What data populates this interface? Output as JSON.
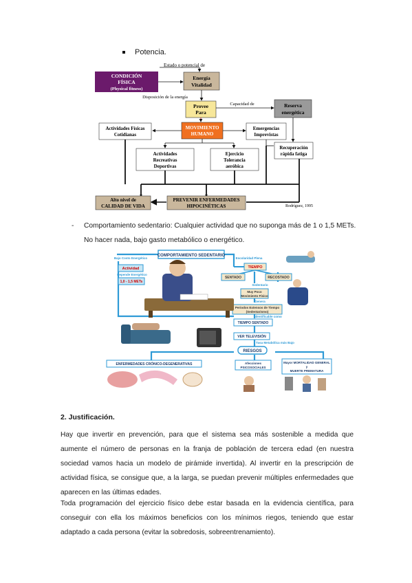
{
  "bullet": {
    "label": "Potencia."
  },
  "diagram1": {
    "top_label": "Estado o potencial de",
    "condicion": [
      "CONDICIÓN",
      "FÍSICA",
      "(Physical fitness)"
    ],
    "energia": [
      "Energía",
      "Vitalidad"
    ],
    "disposicion": "Disposición de la energía",
    "provee": [
      "Provee",
      "Para"
    ],
    "capacidad": "Capacidad de",
    "reserva": [
      "Reserva",
      "energética"
    ],
    "movimiento": [
      "MOVIMIENTO",
      "HUMANO"
    ],
    "actividades_cot": [
      "Actividades Físicas",
      "Cotidianas"
    ],
    "emergencias": [
      "Emergencias",
      "Imprevistas"
    ],
    "recuperacion": [
      "Recuperación",
      "rápida fatiga"
    ],
    "recreativas": [
      "Actividades",
      "Recreativas",
      "Deportivas"
    ],
    "ejercicio": [
      "Ejercicio",
      "Tolerancia",
      "aeróbica"
    ],
    "calidad": [
      "Alto nivel de",
      "CALIDAD DE VIDA"
    ],
    "prevenir": [
      "PREVENIR ENFERMEDADES",
      "HIPOCINÉTICAS"
    ],
    "citation": "Rodríguez, 1995"
  },
  "sedentario": {
    "line1": "Comportamiento sedentario: Cualquier actividad que no suponga más de 1 o 1,5 METs.",
    "line2": "No hacer nada, bajo gasto metabólico o energético."
  },
  "diagram2": {
    "title": "COMPORTAMIENTO SEDENTARIO",
    "bajo_costo": "Bajo Costo Energético",
    "actividad": "Actividad",
    "gasto": "Depende Energético",
    "mets": "1,0 - 1,5 METs",
    "escolaridad": "Escolaridad Plena",
    "tiempo": "TIEMPO",
    "sentado": "SENTADO",
    "recostado": "RECOSTADO",
    "sedentario_s": "Sedentario",
    "muy_poco": [
      "Muy Poco",
      "Movimiento Físico"
    ],
    "genera": "Genera",
    "periodos": [
      "Periodos Extensos de Tiempo",
      "(Sedentarismo)"
    ],
    "identificable": "Identificable como",
    "tiempo_sentado": "TIEMPO SENTADO",
    "ver_tv": "VER TELEVISIÓN",
    "tasa": "Tasa Metabólica más Bajo",
    "riesgos": "RIESGOS",
    "enfermedades": "ENFERMEDADES CRÓNICO-DEGENERATIVAS",
    "afecciones": [
      "Afecciones",
      "PSICOSOCIALES"
    ],
    "mortalidad": [
      "Mayor MORTALIDAD GENERAL",
      "y",
      "MUERTE PREMATURA"
    ]
  },
  "justificacion": {
    "title": "2.   Justificación.",
    "p1": "Hay que invertir en prevención, para que el sistema sea más sostenible a medida que aumente el número de personas en la franja de población de tercera edad (en nuestra sociedad vamos hacia un modelo de pirámide invertida). Al invertir en la prescripción de actividad física, se consigue que, a la larga, se puedan prevenir múltiples enfermedades que aparecen en las últimas edades.",
    "p2": "Toda programación del ejercicio físico debe estar basada en la evidencia científica, para conseguir con ella los máximos beneficios con los mínimos riegos, teniendo que estar adaptado a cada persona (evitar la sobredosis, sobreentrenamiento)."
  },
  "colors": {
    "purple": "#6b1a6b",
    "tan": "#c9b79c",
    "yellow": "#f7e79a",
    "grey": "#9a9a9a",
    "orange": "#f07020",
    "blue": "#2e9ad6",
    "teal": "#c8e6f4"
  }
}
